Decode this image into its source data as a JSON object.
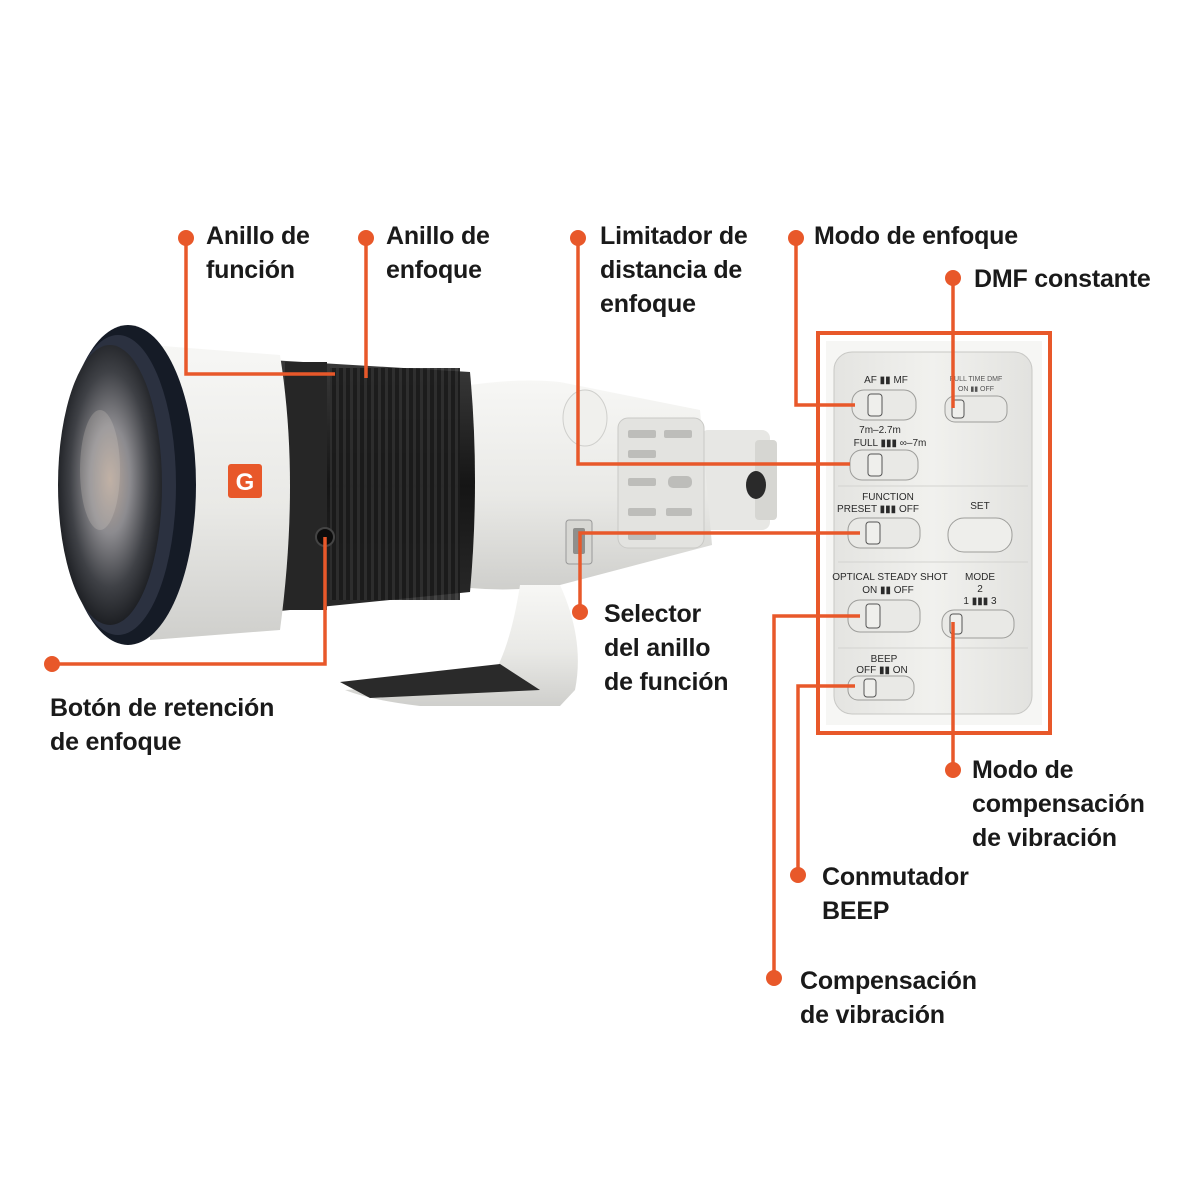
{
  "colors": {
    "accent": "#e8582a",
    "lens_body": "#ececea",
    "lens_barrel_dark": "#1b1b1b",
    "badge": "#e8582a"
  },
  "icons": {
    "lens_badge": "G"
  },
  "callouts": {
    "function_ring": [
      "Anillo de",
      "función"
    ],
    "focus_ring": [
      "Anillo de",
      "enfoque"
    ],
    "focus_range_limiter": [
      "Limitador de",
      "distancia de",
      "enfoque"
    ],
    "focus_mode": [
      "Modo de enfoque"
    ],
    "full_time_dmf": [
      "DMF constante"
    ],
    "function_ring_selector": [
      "Selector",
      "del anillo",
      "de función"
    ],
    "focus_hold_button": [
      "Botón de retención",
      "de enfoque"
    ],
    "stabilization_mode": [
      "Modo de",
      "compensación",
      "de vibración"
    ],
    "beep_switch": [
      "Conmutador",
      "BEEP"
    ],
    "stabilization": [
      "Compensación",
      "de vibración"
    ]
  },
  "panel": {
    "af_mf": "AF ▮▮ MF",
    "full_time_dmf_title": "FULL TIME DMF",
    "full_time_dmf_states": "ON ▮▮ OFF",
    "limiter_range_near": "7m–2.7m",
    "limiter_range_full": "FULL ▮▮▮ ∞–7m",
    "function_title": "FUNCTION",
    "function_states": "PRESET ▮▮▮ OFF",
    "set_button": "SET",
    "steady_shot_title": "OPTICAL STEADY SHOT",
    "steady_shot_states": "ON ▮▮ OFF",
    "mode_title": "MODE",
    "mode_center": "2",
    "mode_sides": "1 ▮▮▮ 3",
    "beep_title": "BEEP",
    "beep_states": "OFF ▮▮ ON"
  }
}
